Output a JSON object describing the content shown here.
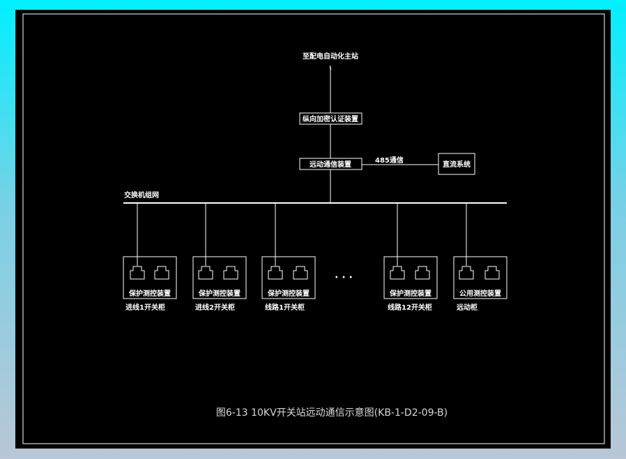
{
  "diagram": {
    "top_label": "至配电自动化主站",
    "auth_device": "纵向加密认证装置",
    "comm_device": "远动通信装置",
    "link_label": "485通信",
    "dc_system": "直流系统",
    "switch_net": "交换机组网",
    "ellipsis": "· · ·",
    "panels": [
      {
        "device": "保护测控装置",
        "cabinet": "进线1开关柜"
      },
      {
        "device": "保护测控装置",
        "cabinet": "进线2开关柜"
      },
      {
        "device": "保护测控装置",
        "cabinet": "线路1开关柜"
      },
      {
        "device": "保护测控装置",
        "cabinet": "线路12开关柜"
      },
      {
        "device": "公用测控装置",
        "cabinet": "远动柜"
      }
    ],
    "caption": "图6-13 10KV开关站远动通信示意图(KB-1-D2-09-B)"
  }
}
